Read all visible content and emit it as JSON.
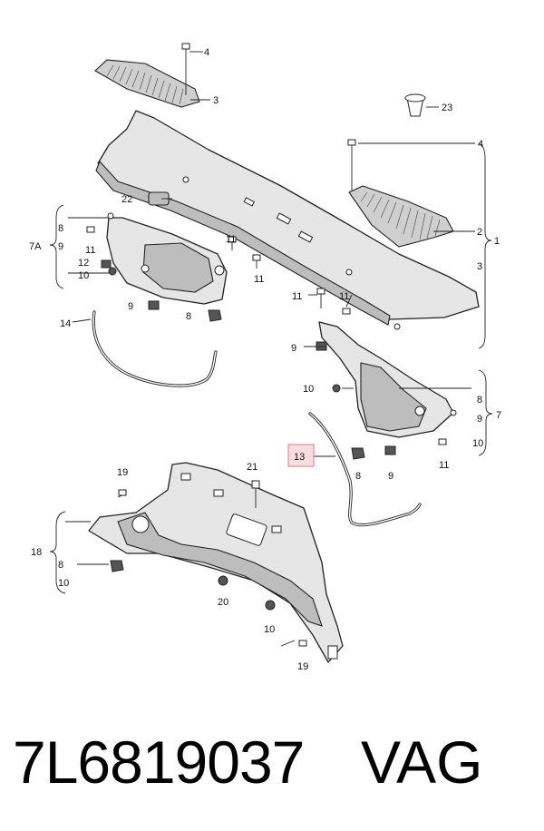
{
  "diagram": {
    "labels": {
      "l1": "1",
      "l2": "2",
      "l3a": "3",
      "l3b": "3",
      "l4a": "4",
      "l4b": "4",
      "l7": "7",
      "l7a": "7A",
      "l8a": "8",
      "l8b": "8",
      "l8c": "8",
      "l8d": "8",
      "l8e": "8",
      "l9a": "9",
      "l9b": "9",
      "l9c": "9",
      "l9d": "9",
      "l10a": "10",
      "l10b": "10",
      "l10c": "10",
      "l10d": "10",
      "l10e": "10",
      "l11a": "11",
      "l11b": "11",
      "l11c": "11",
      "l11d": "11",
      "l11e": "11",
      "l11f": "11",
      "l12": "12",
      "l13": "13",
      "l14": "14",
      "l18": "18",
      "l19a": "19",
      "l19b": "19",
      "l20": "20",
      "l21": "21",
      "l22": "22",
      "l23": "23"
    }
  },
  "footer": {
    "part_number": "7L6819037",
    "brand": "VAG"
  }
}
